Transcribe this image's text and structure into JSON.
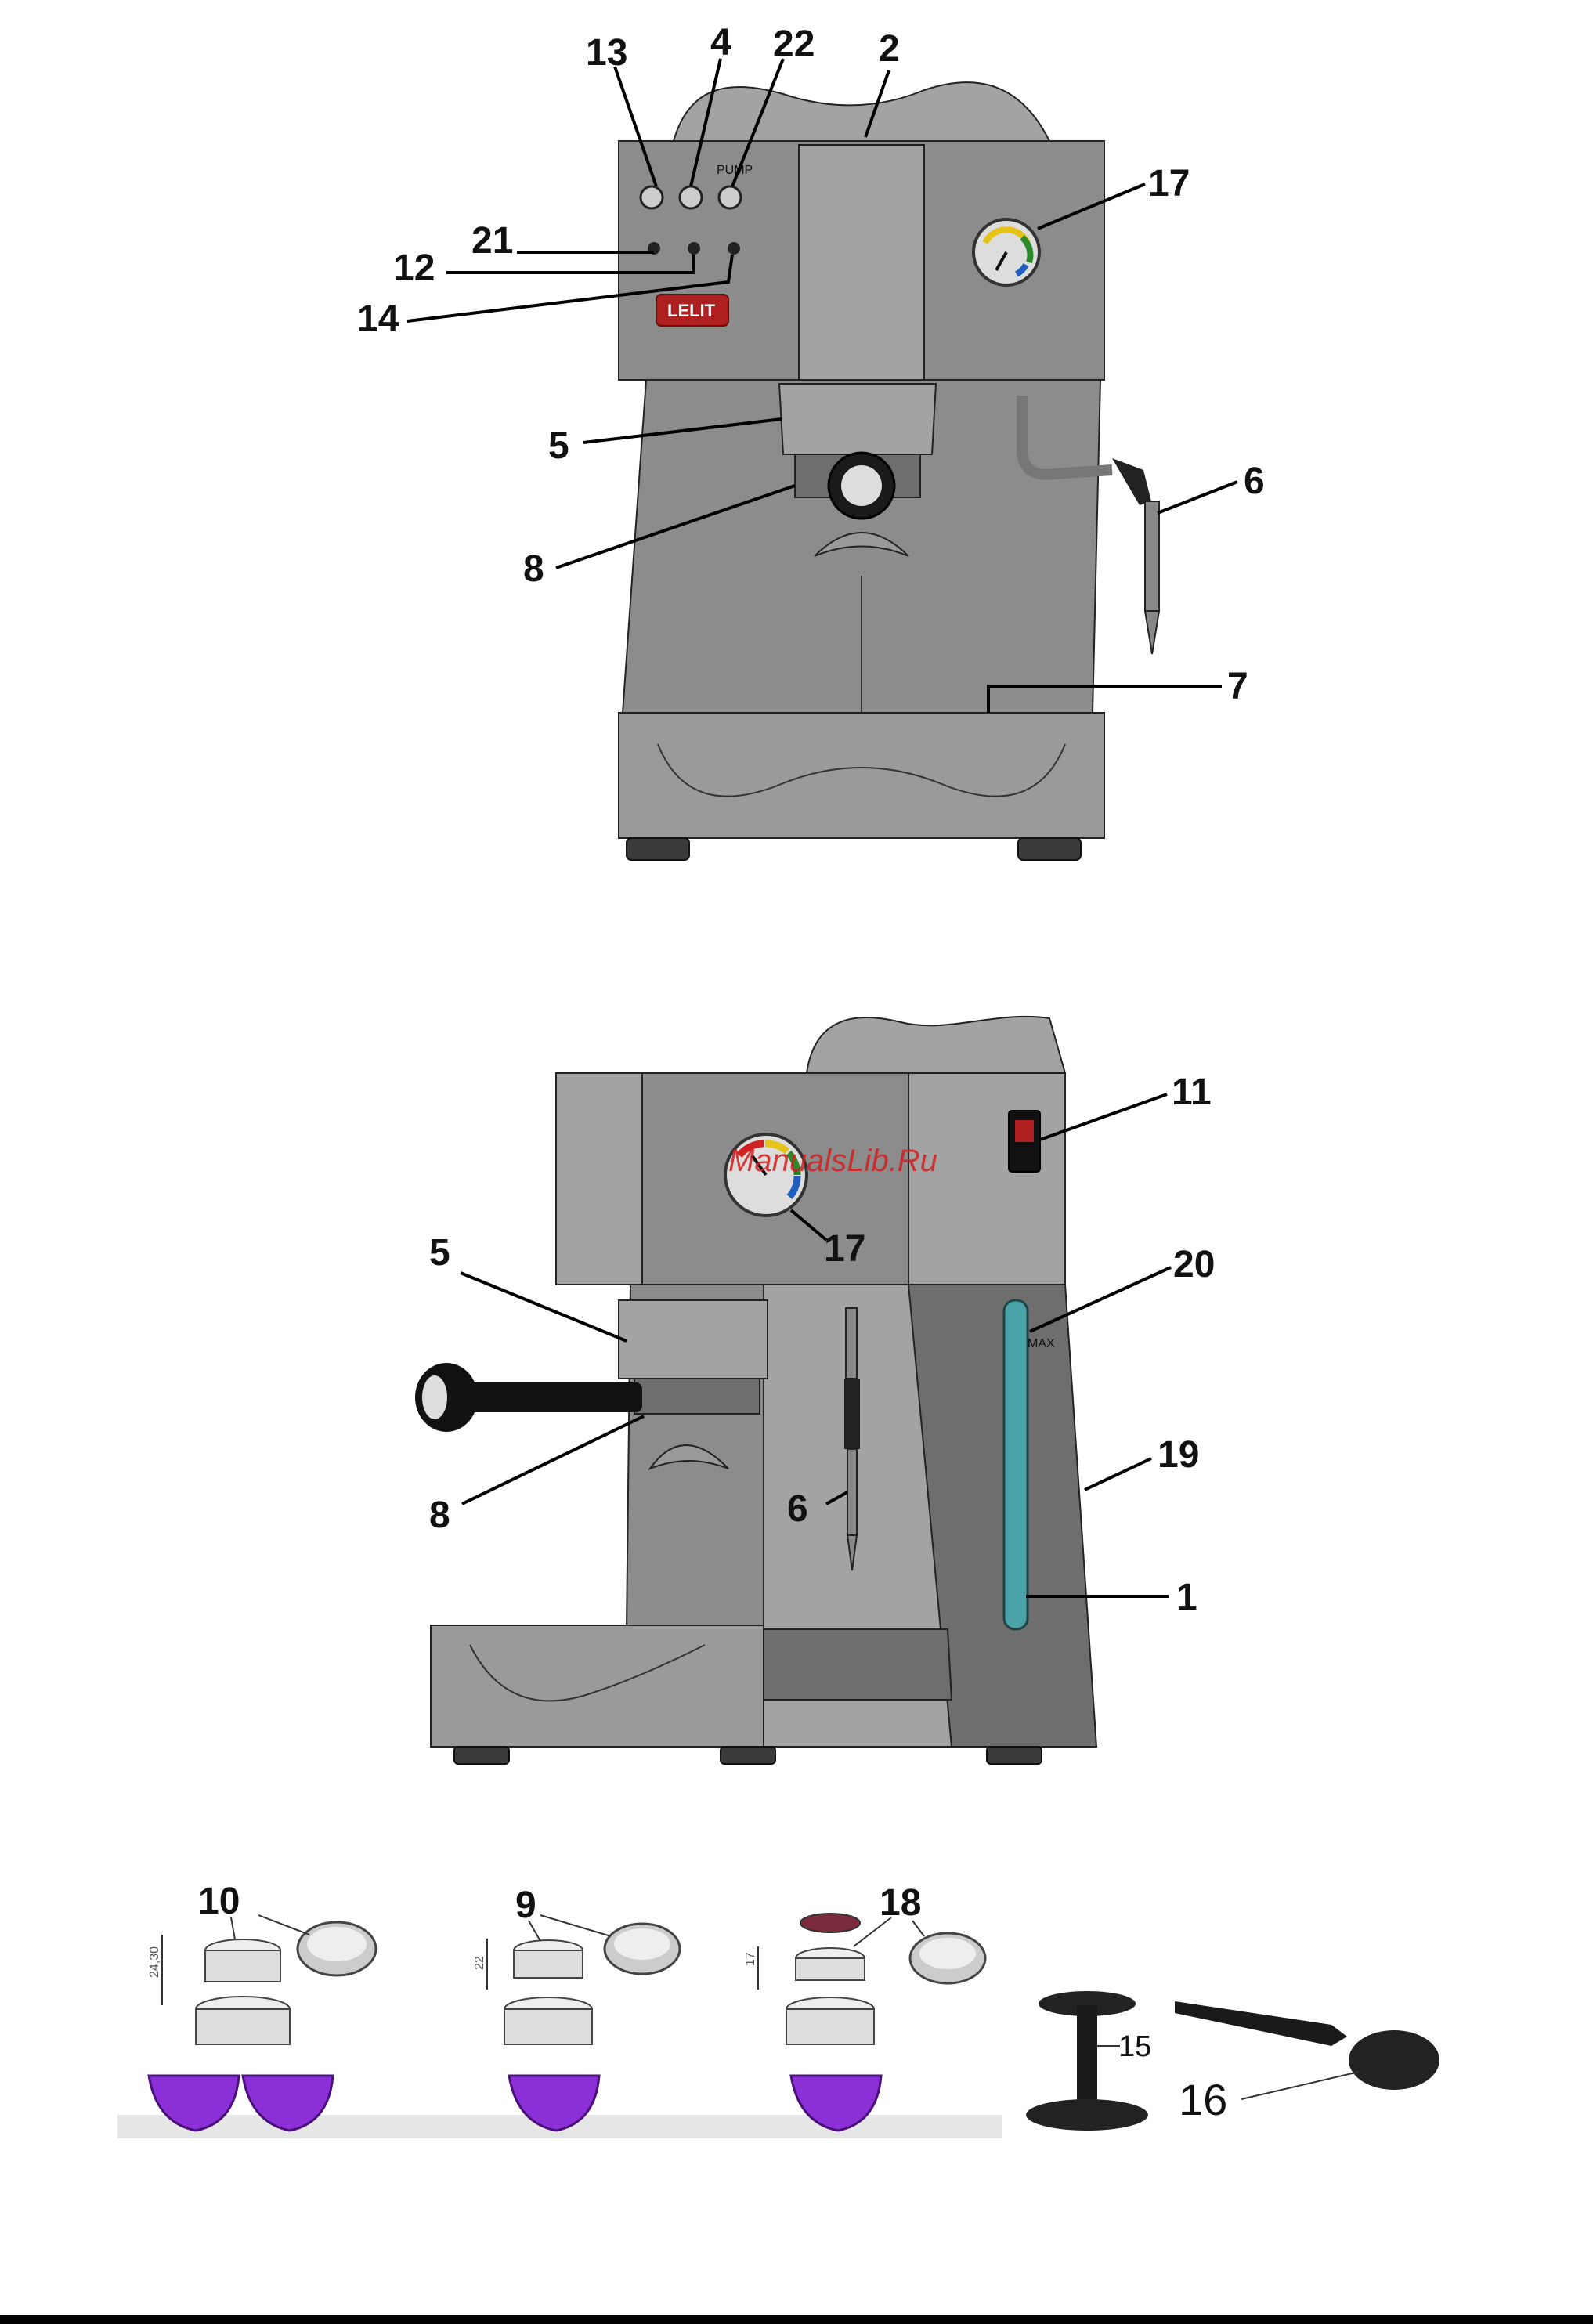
{
  "front_view": {
    "callouts": {
      "c13": "13",
      "c4": "4",
      "c22": "22",
      "c2": "2",
      "c17": "17",
      "c21": "21",
      "c12": "12",
      "c14": "14",
      "c5": "5",
      "c8": "8",
      "c6": "6",
      "c7": "7"
    },
    "panel_label_pump": "PUMP",
    "logo": "LELIT"
  },
  "side_view": {
    "callouts": {
      "c11": "11",
      "c5": "5",
      "c17": "17",
      "c20": "20",
      "c19": "19",
      "c8": "8",
      "c6": "6",
      "c1": "1"
    },
    "max_label": "MAX",
    "watermark": "ManualsLib.Ru"
  },
  "accessories": {
    "callouts": {
      "c10": "10",
      "c9": "9",
      "c18": "18",
      "c15": "15",
      "c16": "16"
    },
    "dims": {
      "d10": "24,30",
      "d9": "22",
      "d18": "17"
    }
  }
}
